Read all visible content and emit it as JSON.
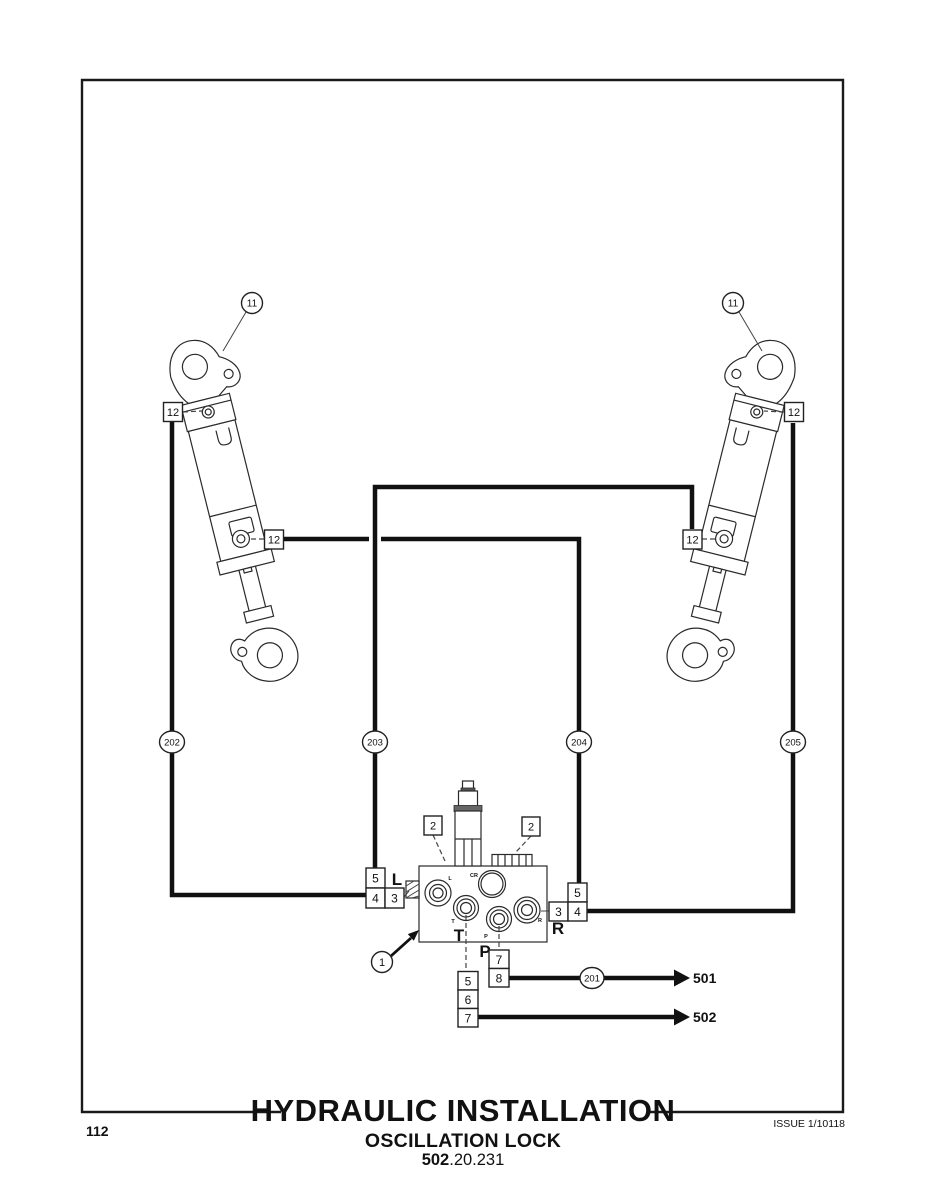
{
  "page": {
    "number": "112",
    "issue": "ISSUE 1/10118"
  },
  "title": {
    "main": "HYDRAULIC INSTALLATION",
    "sub": "OSCILLATION LOCK",
    "code_bold": "502",
    "code_rest": ".20.231"
  },
  "balloons": {
    "cylinder": "11",
    "valve": "1",
    "hose_left_outer": "202",
    "hose_left_inner": "203",
    "hose_right_inner": "204",
    "hose_right_outer": "205",
    "hose_pressure": "201"
  },
  "boxes": {
    "port_fitting": "12",
    "solenoid": "2",
    "n3": "3",
    "n4": "4",
    "n5": "5",
    "n6": "6",
    "n7": "7",
    "n8": "8"
  },
  "ports": {
    "left": "L",
    "right": "R",
    "tank": "T",
    "pressure": "P",
    "cr": "CR"
  },
  "refs": {
    "to_501": "501",
    "to_502": "502"
  }
}
